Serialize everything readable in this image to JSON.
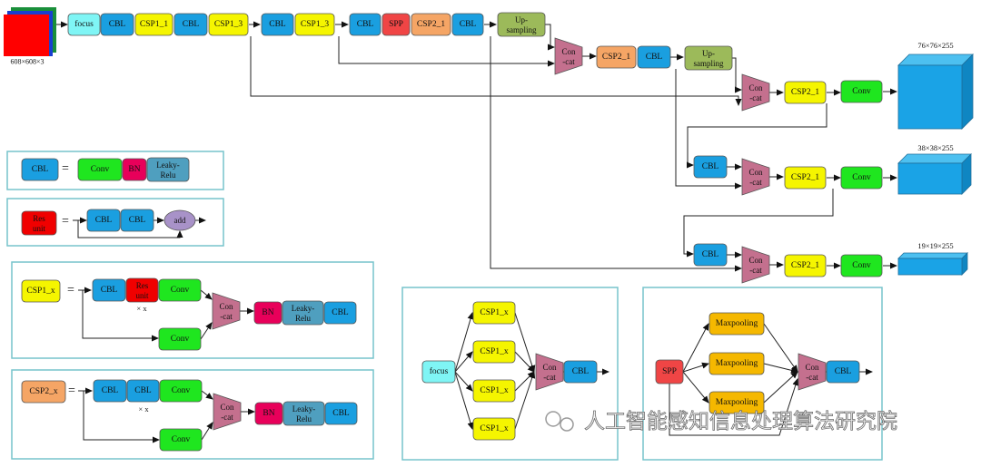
{
  "input": {
    "dims": "608×608×3"
  },
  "colors": {
    "focus": "#7ff5f5",
    "cbl": "#1a9fe0",
    "csp1": "#f5f500",
    "spp": "#f04545",
    "csp2": "#f5a565",
    "up": "#9cba5a",
    "concat": "#c4708e",
    "conv": "#1fe61f",
    "bn": "#e8005a",
    "leaky": "#4f9fbf",
    "res": "#f00000",
    "maxpool": "#f5b800",
    "add": "#a892c8",
    "cube": "#1aa3e6",
    "panel": "#77c4cc"
  },
  "labels": {
    "focus": "focus",
    "cbl": "CBL",
    "csp1_1": "CSP1_1",
    "csp1_3": "CSP1_3",
    "spp": "SPP",
    "csp2_1": "CSP2_1",
    "up_1": "Up-",
    "up_2": "sampling",
    "concat_1": "Con",
    "concat_2": "-cat",
    "conv": "Conv",
    "bn": "BN",
    "leaky_1": "Leaky-",
    "leaky_2": "Relu",
    "res_1": "Res",
    "res_2": "unit",
    "add": "add",
    "equals": "=",
    "csp1_x": "CSP1_x",
    "csp2_x": "CSP2_x",
    "times_x": "× x",
    "maxpooling": "Maxpooling"
  },
  "outputs": [
    "76×76×255",
    "38×38×255",
    "19×19×255"
  ],
  "watermark": "人工智能感知信息处理算法研究院"
}
